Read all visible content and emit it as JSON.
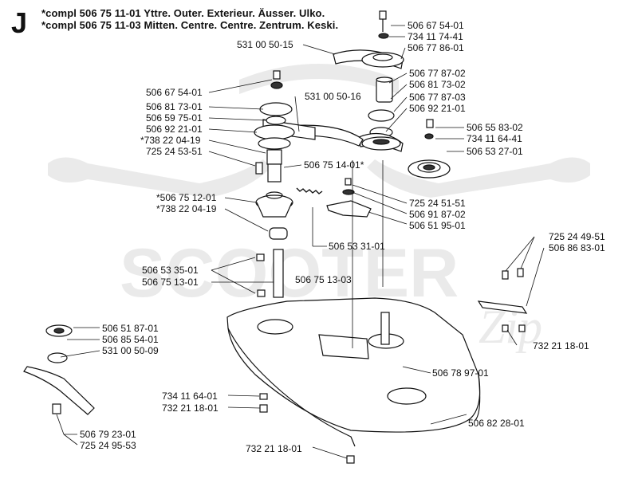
{
  "section": "J",
  "header": {
    "line1": "*compl 506 75 11-01  Yttre. Outer. Exterieur. Äusser. Ulko.",
    "line2": "*compl 506 75 11-03  Mitten. Centre. Centre. Zentrum. Keski."
  },
  "watermark": {
    "text": "SCOOTER",
    "script": "Zip"
  },
  "labels": {
    "p01": "506 67 54-01",
    "p02": "734 11 74-41",
    "p03": "531 00 50-15",
    "p04": "506 77 86-01",
    "p05": "506 67 54-01",
    "p06": "506 77 87-02",
    "p07": "506 81 73-02",
    "p08": "531 00 50-16",
    "p09": "506 77 87-03",
    "p10": "506 81 73-01",
    "p11": "506 92 21-01",
    "p12": "506 59 75-01",
    "p13": "506 92 21-01",
    "p14": "506 55 83-02",
    "p15": "*738 22 04-19",
    "p16": "734 11 64-41",
    "p17": "725 24 53-51",
    "p18": "506 53 27-01",
    "p19": "506 75 14-01*",
    "p20": "725 24 51-51",
    "p21": "*506 75 12-01",
    "p22": "506 91 87-02",
    "p23": "*738 22 04-19",
    "p24": "506 51 95-01",
    "p25": "725 24 49-51",
    "p26": "506 53 31-01",
    "p27": "506 86 83-01",
    "p28": "506 53 35-01",
    "p29": "506 75 13-01",
    "p30": "506 75 13-03",
    "p31": "506 51 87-01",
    "p32": "732 21 18-01",
    "p33": "506 85 54-01",
    "p34": "531 00 50-09",
    "p35": "506 78 97-01",
    "p36": "734 11 64-01",
    "p37": "732 21 18-01",
    "p38": "506 82 28-01",
    "p39": "506 79 23-01",
    "p40": "725 24 95-53",
    "p41": "732 21 18-01"
  }
}
